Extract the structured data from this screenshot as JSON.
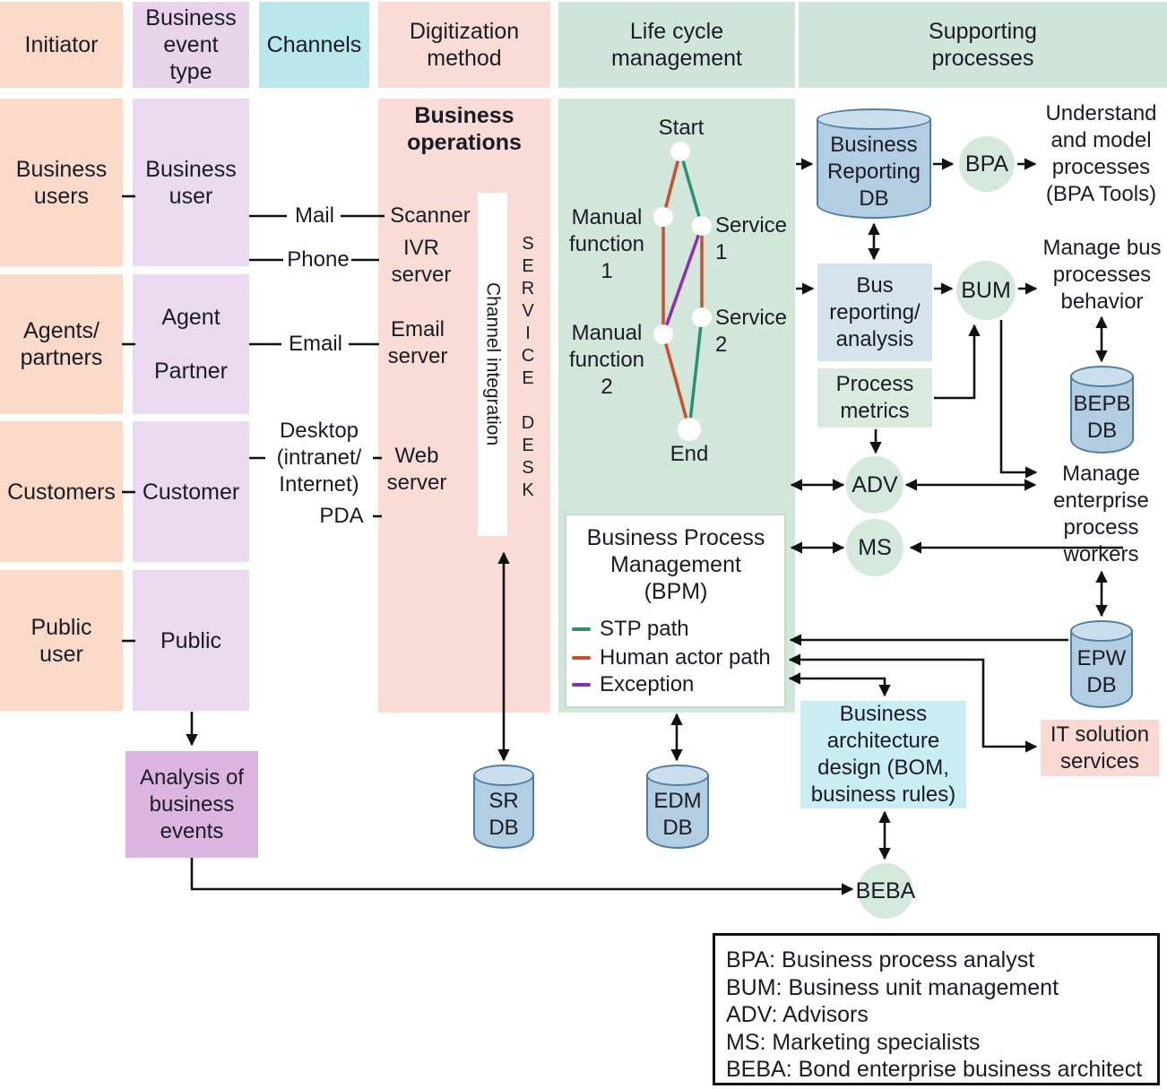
{
  "header": {
    "initiator": "Initiator",
    "event_type": "Business\nevent\ntype",
    "channels": "Channels",
    "digitization": "Digitization\nmethod",
    "lifecycle": "Life cycle\nmanagement",
    "supporting": "Supporting\nprocesses"
  },
  "initiator_rows": [
    {
      "label": "Business\nusers"
    },
    {
      "label": "Agents/\npartners"
    },
    {
      "label": "Customers"
    },
    {
      "label": "Public\nuser"
    }
  ],
  "event_rows": [
    {
      "label": "Business\nuser"
    },
    {
      "label": "Agent\n\nPartner"
    },
    {
      "label": "Customer"
    },
    {
      "label": "Public"
    }
  ],
  "channels": {
    "mail": "Mail",
    "phone": "Phone",
    "email": "Email",
    "desktop": "Desktop\n(intranet/\nInternet)",
    "pda": "PDA"
  },
  "digitization": {
    "title": "Business\noperations",
    "scanner": "Scanner",
    "ivr_server": "IVR\nserver",
    "email_server": "Email\nserver",
    "web_server": "Web\nserver",
    "channel_integration": "Channel integration",
    "service_desk": "S\nE\nR\nV\nI\nC\nE\n\nD\nE\nS\nK"
  },
  "lifecycle": {
    "start": "Start",
    "manual_function_1": "Manual\nfunction\n1",
    "service_1": "Service\n1",
    "manual_function_2": "Manual\nfunction\n2",
    "service_2": "Service\n2",
    "end": "End"
  },
  "bpm": {
    "title": "Business Process\nManagement\n(BPM)",
    "legend": [
      {
        "label": "STP path",
        "color": "#2a9173"
      },
      {
        "label": "Human actor path",
        "color": "#c8502f"
      },
      {
        "label": "Exception",
        "color": "#8e2fa6"
      }
    ]
  },
  "supporting": {
    "business_reporting_db": "Business\nReporting\nDB",
    "bpa": "BPA",
    "understand": "Understand\nand model\nprocesses\n(BPA Tools)",
    "bus_reporting": "Bus\nreporting/\nanalysis",
    "bum": "BUM",
    "manage_bus": "Manage bus\nprocesses\nbehavior",
    "bepb_db": "BEPB\nDB",
    "process_metrics": "Process\nmetrics",
    "adv": "ADV",
    "ms": "MS",
    "manage_enterprise": "Manage\nenterprise\nprocess\nworkers",
    "epw_db": "EPW\nDB",
    "it_solution": "IT solution\nservices",
    "business_architecture": "Business\narchitecture\ndesign (BOM,\nbusiness rules)",
    "beba": "BEBA"
  },
  "databases": {
    "sr_db": "SR\nDB",
    "edm_db": "EDM\nDB"
  },
  "analysis_box": "Analysis of\nbusiness\nevents",
  "abbreviations": [
    "BPA: Business process analyst",
    "BUM: Business unit management",
    "ADV: Advisors",
    "MS: Marketing specialists",
    "BEBA: Bond enterprise business architect"
  ],
  "colors": {
    "stp_path": "#2a9173",
    "human_actor_path": "#c8502f",
    "exception_path": "#8e2fa6",
    "initiator_column": "#f9dac8",
    "event_column": "#e9daf0",
    "channels_header": "#b9e7eb",
    "digitization_column": "#f8dcd5",
    "lifecycle_column": "#d2e6da",
    "db_cylinder": "#b3cee2",
    "role_circle": "#d5e8dc",
    "analysis_box": "#dcb4e0",
    "it_solution_box": "#fbd9d3",
    "business_architecture_box": "#caecf3",
    "bus_reporting_box": "#d6e3ed",
    "process_metrics_box": "#d9ebde"
  }
}
